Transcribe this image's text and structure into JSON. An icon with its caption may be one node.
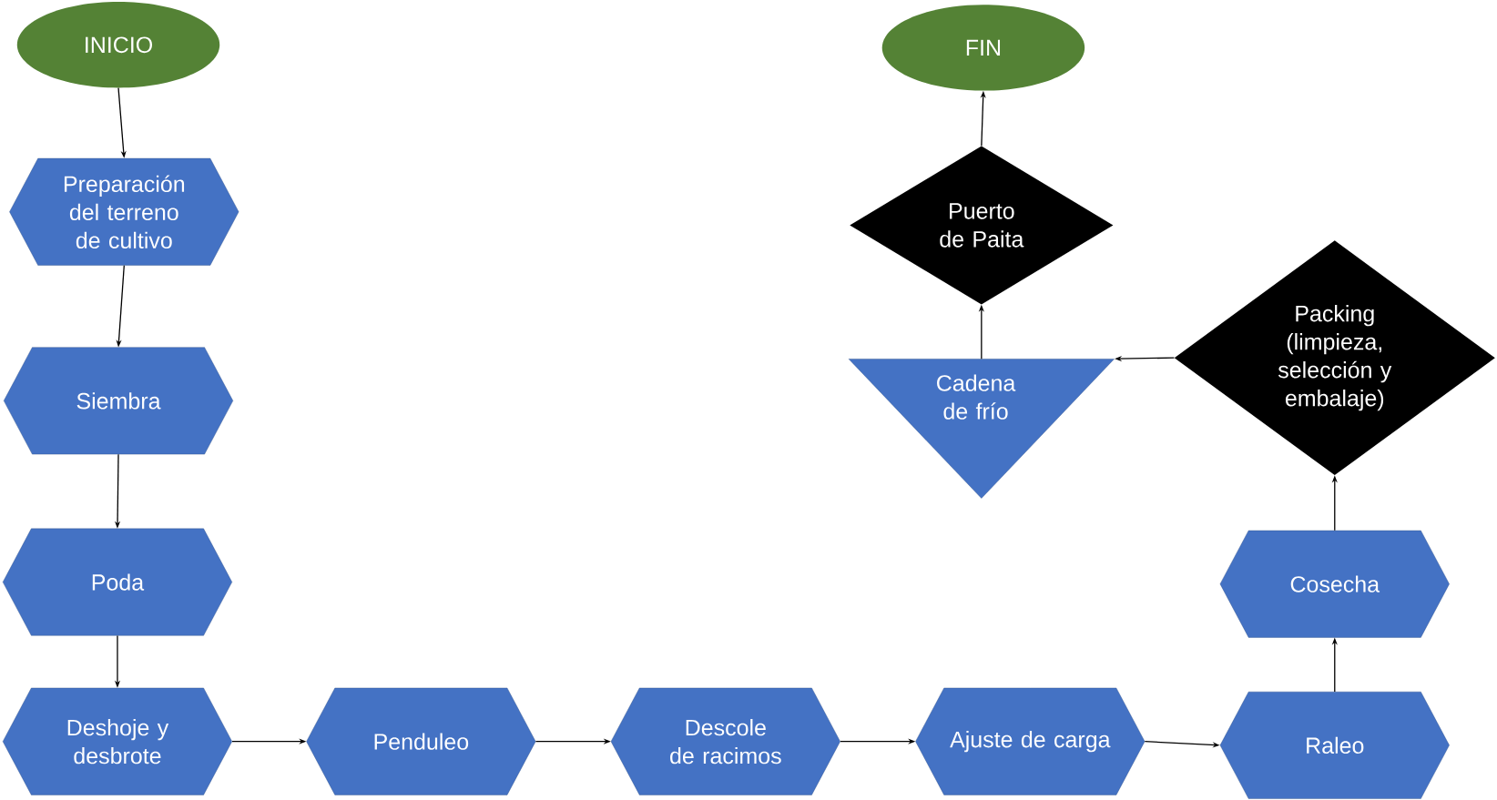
{
  "diagram": {
    "nodes": [
      {
        "text": [
          "INICIO"
        ]
      },
      {
        "text": [
          "Preparación del terreno de cultivo"
        ]
      },
      {
        "text": [
          "Siembra"
        ]
      },
      {
        "text": [
          "Poda"
        ]
      },
      {
        "text": [
          "Deshoje y desbrote"
        ]
      },
      {
        "text": [
          "Penduleo"
        ]
      },
      {
        "text": [
          "Descole de racimos"
        ]
      },
      {
        "text": [
          "Ajuste de carga"
        ]
      },
      {
        "text": [
          "Raleo"
        ]
      },
      {
        "text": [
          "Cosecha"
        ]
      },
      {
        "text": [
          "Packing (limpieza, selección y embalaje)"
        ]
      },
      {
        "text": [
          "Cadena de frío"
        ]
      },
      {
        "text": [
          "Puerto de Paita"
        ]
      },
      {
        "text": [
          "FIN"
        ]
      }
    ],
    "edges": [
      {
        "from": 0,
        "to": 1,
        "arrow": "to"
      },
      {
        "from": 1,
        "to": 2,
        "arrow": "to"
      },
      {
        "from": 2,
        "to": 3,
        "arrow": "to"
      },
      {
        "from": 3,
        "to": 4,
        "arrow": "to"
      },
      {
        "from": 4,
        "to": 5,
        "arrow": "to"
      },
      {
        "from": 5,
        "to": 6,
        "arrow": "to"
      },
      {
        "from": 6,
        "to": 7,
        "arrow": "to"
      },
      {
        "from": 7,
        "to": 8,
        "arrow": "to"
      },
      {
        "from": 8,
        "to": 9,
        "arrow": "to"
      },
      {
        "from": 9,
        "to": 10,
        "arrow": "to"
      },
      {
        "from": 10,
        "to": 11,
        "arrow": "to"
      },
      {
        "from": 11,
        "to": 12,
        "arrow": "to"
      },
      {
        "from": 12,
        "to": 13,
        "arrow": "to"
      }
    ]
  }
}
